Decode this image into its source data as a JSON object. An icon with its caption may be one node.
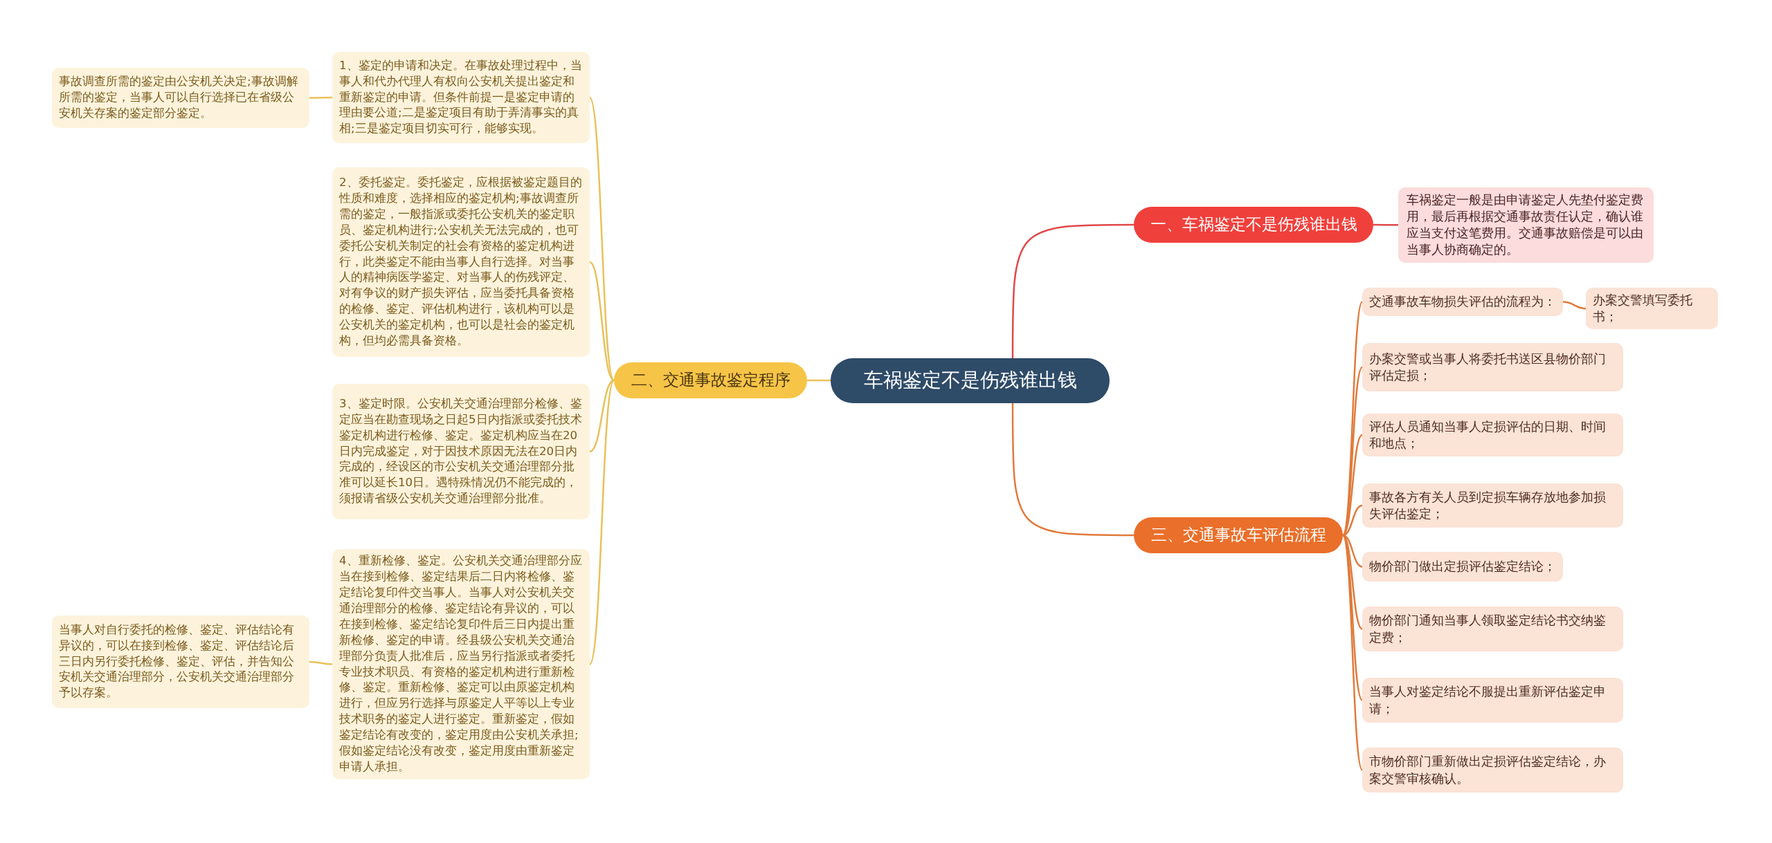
{
  "diagram": {
    "nodes": [
      {
        "text": [
          "车祸鉴定不是伤残谁出钱"
        ]
      },
      {
        "text": [
          "一、车祸鉴定不是伤残谁出钱"
        ]
      },
      {
        "text": [
          "车祸鉴定一般是由申请鉴定人先垫付鉴定费用，最后再根据交通事故责任认定，确认谁应当支付这笔费用。交通事故赔偿是可以由当事人协商确定的。"
        ]
      },
      {
        "text": [
          "二、交通事故鉴定程序"
        ]
      },
      {
        "text": [
          "1、鉴定的申请和决定。在事故处理过程中，当事人和代办代理人有权向公安机关提出鉴定和重新鉴定的申请。但条件前提一是鉴定申请的理由要公道;二是鉴定项目有助于弄清事实的真相;三是鉴定项目切实可行，能够实现。"
        ]
      },
      {
        "text": [
          "2、委托鉴定。委托鉴定，应根据被鉴定题目的性质和难度，选择相应的鉴定机构;事故调查所需的鉴定，一般指派或委托公安机关的鉴定职员、鉴定机构进行;公安机关无法完成的，也可委托公安机关制定的社会有资格的鉴定机构进行，此类鉴定不能由当事人自行选择。对当事人的精神病医学鉴定、对当事人的伤残评定、对有争议的财产损失评估，应当委托具备资格的检修、鉴定、评估机构进行，该机构可以是公安机关的鉴定机构，也可以是社会的鉴定机构，但均必需具备资格。"
        ]
      },
      {
        "text": [
          "3、鉴定时限。公安机关交通治理部分检修、鉴定应当在勘查现场之日起5日内指派或委托技术鉴定机构进行检修、鉴定。鉴定机构应当在20日内完成鉴定，对于因技术原因无法在20日内完成的，经设区的市公安机关交通治理部分批准可以延长10日。遇特殊情况仍不能完成的，须报请省级公安机关交通治理部分批准。"
        ]
      },
      {
        "text": [
          "4、重新检修、鉴定。公安机关交通治理部分应当在接到检修、鉴定结果后二日内将检修、鉴定结论复印件交当事人。当事人对公安机关交通治理部分的检修、鉴定结论有异议的，可以在接到检修、鉴定结论复印件后三日内提出重新检修、鉴定的申请。经县级公安机关交通治理部分负责人批准后，应当另行指派或者委托专业技术职员、有资格的鉴定机构进行重新检修、鉴定。重新检修、鉴定可以由原鉴定机构进行，但应另行选择与原鉴定人平等以上专业技术职务的鉴定人进行鉴定。重新鉴定，假如鉴定结论有改变的，鉴定用度由公安机关承担;假如鉴定结论没有改变，鉴定用度由重新鉴定申请人承担。"
        ]
      },
      {
        "text": [
          "事故调查所需的鉴定由公安机关决定;事故调解所需的鉴定，当事人可以自行选择已在省级公安机关存案的鉴定部分鉴定。"
        ]
      },
      {
        "text": [
          "当事人对自行委托的检修、鉴定、评估结论有异议的，可以在接到检修、鉴定、评估结论后三日内另行委托检修、鉴定、评估，并告知公安机关交通治理部分，公安机关交通治理部分予以存案。"
        ]
      },
      {
        "text": [
          "三、交通事故车评估流程"
        ]
      },
      {
        "text": [
          "交通事故车物损失评估的流程为："
        ]
      },
      {
        "text": [
          "办案交警填写委托书；"
        ]
      },
      {
        "text": [
          "办案交警或当事人将委托书送区县物价部门评估定损；"
        ]
      },
      {
        "text": [
          "评估人员通知当事人定损评估的日期、时间和地点；"
        ]
      },
      {
        "text": [
          "事故各方有关人员到定损车辆存放地参加损失评估鉴定；"
        ]
      },
      {
        "text": [
          "物价部门做出定损评估鉴定结论；"
        ]
      },
      {
        "text": [
          "物价部门通知当事人领取鉴定结论书交纳鉴定费；"
        ]
      },
      {
        "text": [
          "当事人对鉴定结论不服提出重新评估鉴定申请；"
        ]
      },
      {
        "text": [
          "市物价部门重新做出定损评估鉴定结论，办案交警审核确认。"
        ]
      }
    ],
    "edges": [
      {
        "from": 0,
        "to": 1,
        "arrow": "none",
        "color": "#e0484a"
      },
      {
        "from": 1,
        "to": 2,
        "arrow": "none",
        "color": "#e0484a"
      },
      {
        "from": 0,
        "to": 3,
        "arrow": "none",
        "color": "#e8c15a"
      },
      {
        "from": 3,
        "to": 4,
        "arrow": "none",
        "color": "#e8c15a"
      },
      {
        "from": 3,
        "to": 5,
        "arrow": "none",
        "color": "#e8c15a"
      },
      {
        "from": 3,
        "to": 6,
        "arrow": "none",
        "color": "#e8c15a"
      },
      {
        "from": 3,
        "to": 7,
        "arrow": "none",
        "color": "#e8c15a"
      },
      {
        "from": 4,
        "to": 8,
        "arrow": "none",
        "color": "#e8c15a"
      },
      {
        "from": 7,
        "to": 9,
        "arrow": "none",
        "color": "#e8c15a"
      },
      {
        "from": 0,
        "to": 10,
        "arrow": "none"
      },
      {
        "from": 10,
        "to": 11,
        "arrow": "none"
      },
      {
        "from": 11,
        "to": 12,
        "arrow": "none"
      },
      {
        "from": 10,
        "to": 13,
        "arrow": "none"
      },
      {
        "from": 10,
        "to": 14,
        "arrow": "none"
      },
      {
        "from": 10,
        "to": 15,
        "arrow": "none"
      },
      {
        "from": 10,
        "to": 16,
        "arrow": "none"
      },
      {
        "from": 10,
        "to": 17,
        "arrow": "none"
      },
      {
        "from": 10,
        "to": 18,
        "arrow": "none"
      },
      {
        "from": 10,
        "to": 19,
        "arrow": "none"
      }
    ]
  }
}
